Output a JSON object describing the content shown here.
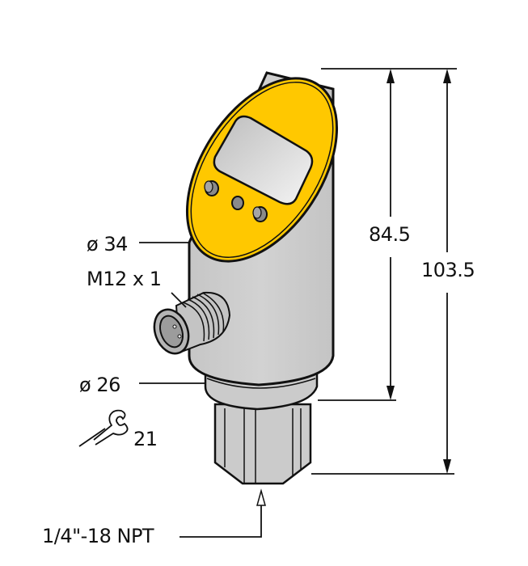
{
  "title": "Pressure sensor dimension drawing",
  "colors": {
    "housing": "#cbcbcb",
    "housing_dark": "#a9a9a9",
    "face_yellow": "#ffc800",
    "display": "#e6e6e6",
    "line": "#111111"
  },
  "labels": {
    "diameter_body": "ø 34",
    "connector_thread": "M12 x 1",
    "diameter_neck": "ø 26",
    "wrench_size": "21",
    "process_thread": "1/4\"-18 NPT",
    "height_body": "84.5",
    "height_total": "103.5"
  },
  "icons": {
    "wrench": "wrench-icon",
    "arrow": "dimension-arrow"
  }
}
